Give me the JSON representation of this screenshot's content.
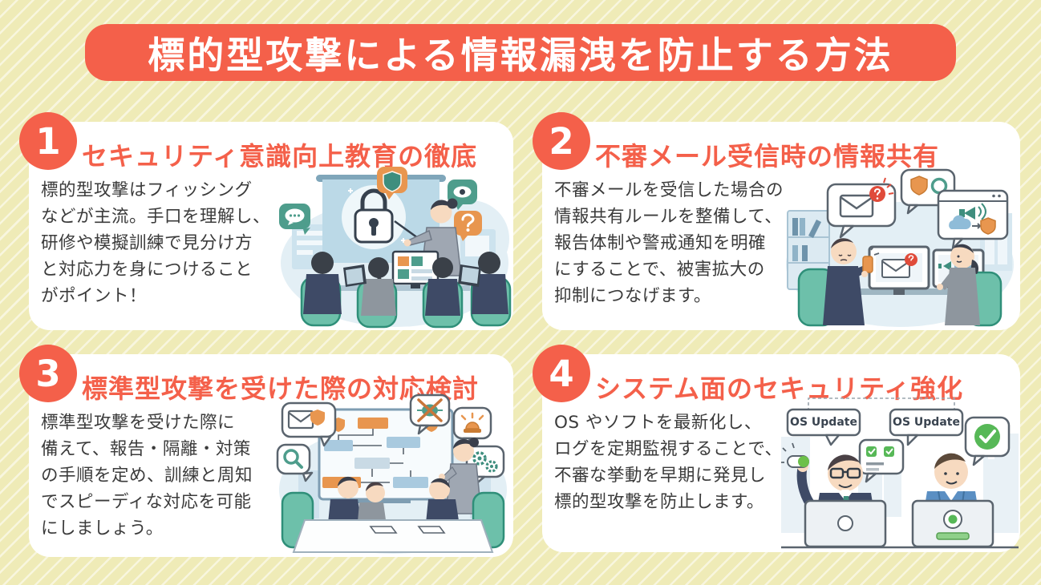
{
  "page": {
    "title": "標的型攻撃による情報漏洩を防止する方法"
  },
  "colors": {
    "accent": "#F4604A",
    "background": "#EFEBB7",
    "stripe": "#F9F6DF",
    "card": "#FFFFFF",
    "body_text": "#3B3B3B",
    "illustration_teal": "#4E9D8C",
    "illustration_orange": "#E8964F",
    "chair_green": "#6DC0AA",
    "success_green": "#57B857",
    "alert_red": "#E04B3A"
  },
  "cards": [
    {
      "number": "1",
      "heading": "セキュリティ意識向上教育の徹底",
      "body": "標的型攻撃はフィッシング\nなどが主流。手口を理解し、\n研修や模擬訓練で見分け方\nと対応力を身につけること\nがポイント！",
      "illustration": "security-awareness-training-presentation"
    },
    {
      "number": "2",
      "heading": "不審メール受信時の情報共有",
      "body": "不審メールを受信した場合の\n情報共有ルールを整備して、\n報告体制や警戒通知を明確\nにすることで、被害拡大の\n抑制につなげます。",
      "illustration": "suspicious-email-information-sharing"
    },
    {
      "number": "3",
      "heading": "標準型攻撃を受けた際の対応検討",
      "body": "標準型攻撃を受けた際に\n備えて、報告・隔離・対策\nの手順を定め、訓練と周知\nでスピーディな対応を可能\nにしましょう。",
      "illustration": "incident-response-planning-meeting"
    },
    {
      "number": "4",
      "heading": "システム面のセキュリティ強化",
      "body": "OS やソフトを最新化し、\nログを定期監視することで、\n不審な挙動を早期に発見し\n標的型攻撃を防止します。",
      "illustration": "system-security-os-update",
      "bubble_labels": [
        "OS Update",
        "OS Update"
      ]
    }
  ]
}
